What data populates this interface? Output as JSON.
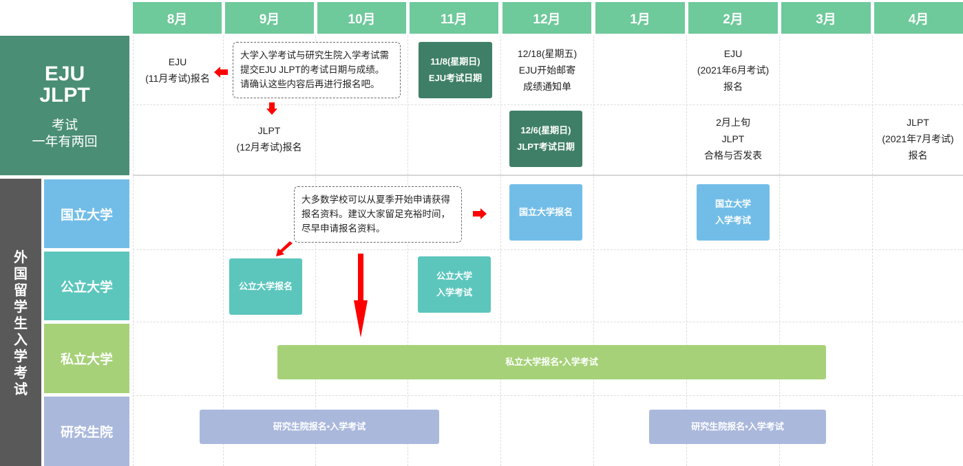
{
  "months": [
    "8月",
    "9月",
    "10月",
    "11月",
    "12月",
    "1月",
    "2月",
    "3月",
    "4月"
  ],
  "exam_block": {
    "title_line1": "EJU",
    "title_line2": "JLPT",
    "subtitle_line1": "考试",
    "subtitle_line2": "一年有两回"
  },
  "foreign_block": {
    "label": [
      "外",
      "国",
      "留",
      "学",
      "生",
      "入",
      "学",
      "考",
      "试"
    ]
  },
  "row_labels": {
    "national": "国立大学",
    "public": "公立大学",
    "private": "私立大学",
    "graduate": "研究生院"
  },
  "eju_row": {
    "aug_line1": "EJU",
    "aug_line2": "(11月考试)报名",
    "note_lines": [
      "大学入学考试与研究生院入学考试需",
      "提交EJU JLPT的考试日期与成绩。",
      "请确认这些内容后再进行报名吧。"
    ],
    "exam_line1": "11/8(星期日)",
    "exam_line2": "EJU考试日期",
    "dec_line1": "12/18(星期五)",
    "dec_line2": "EJU开始邮寄",
    "dec_line3": "成绩通知单",
    "feb_line1": "EJU",
    "feb_line2": "(2021年6月考试)",
    "feb_line3": "报名"
  },
  "jlpt_row": {
    "sep_line1": "JLPT",
    "sep_line2": "(12月考试)报名",
    "exam_line1": "12/6(星期日)",
    "exam_line2": "JLPT考试日期",
    "feb_line1": "2月上旬",
    "feb_line2": "JLPT",
    "feb_line3": "合格与否发表",
    "apr_line1": "JLPT",
    "apr_line2": "(2021年7月考试)",
    "apr_line3": "报名"
  },
  "national_row": {
    "note_lines": [
      "大多数学校可以从夏季开始申请获得",
      "报名资料。建议大家留足充裕时间，",
      "尽早申请报名资料。"
    ],
    "apply": "国立大学报名",
    "exam_line1": "国立大学",
    "exam_line2": "入学考试"
  },
  "public_row": {
    "apply": "公立大学报名",
    "exam_line1": "公立大学",
    "exam_line2": "入学考试"
  },
  "private_row": {
    "bar": "私立大学报名•入学考试"
  },
  "graduate_row": {
    "bar1": "研究生院报名•入学考试",
    "bar2": "研究生院报名•入学考试"
  },
  "colors": {
    "month_header": "#6ec99b",
    "exam_block": "#4a8e76",
    "exam_box": "#3f7f67",
    "foreign_block": "#595959",
    "national": "#72bde8",
    "public": "#5cc6bd",
    "private": "#a6d178",
    "graduate": "#aab8dc",
    "arrow": "#ff0000"
  }
}
